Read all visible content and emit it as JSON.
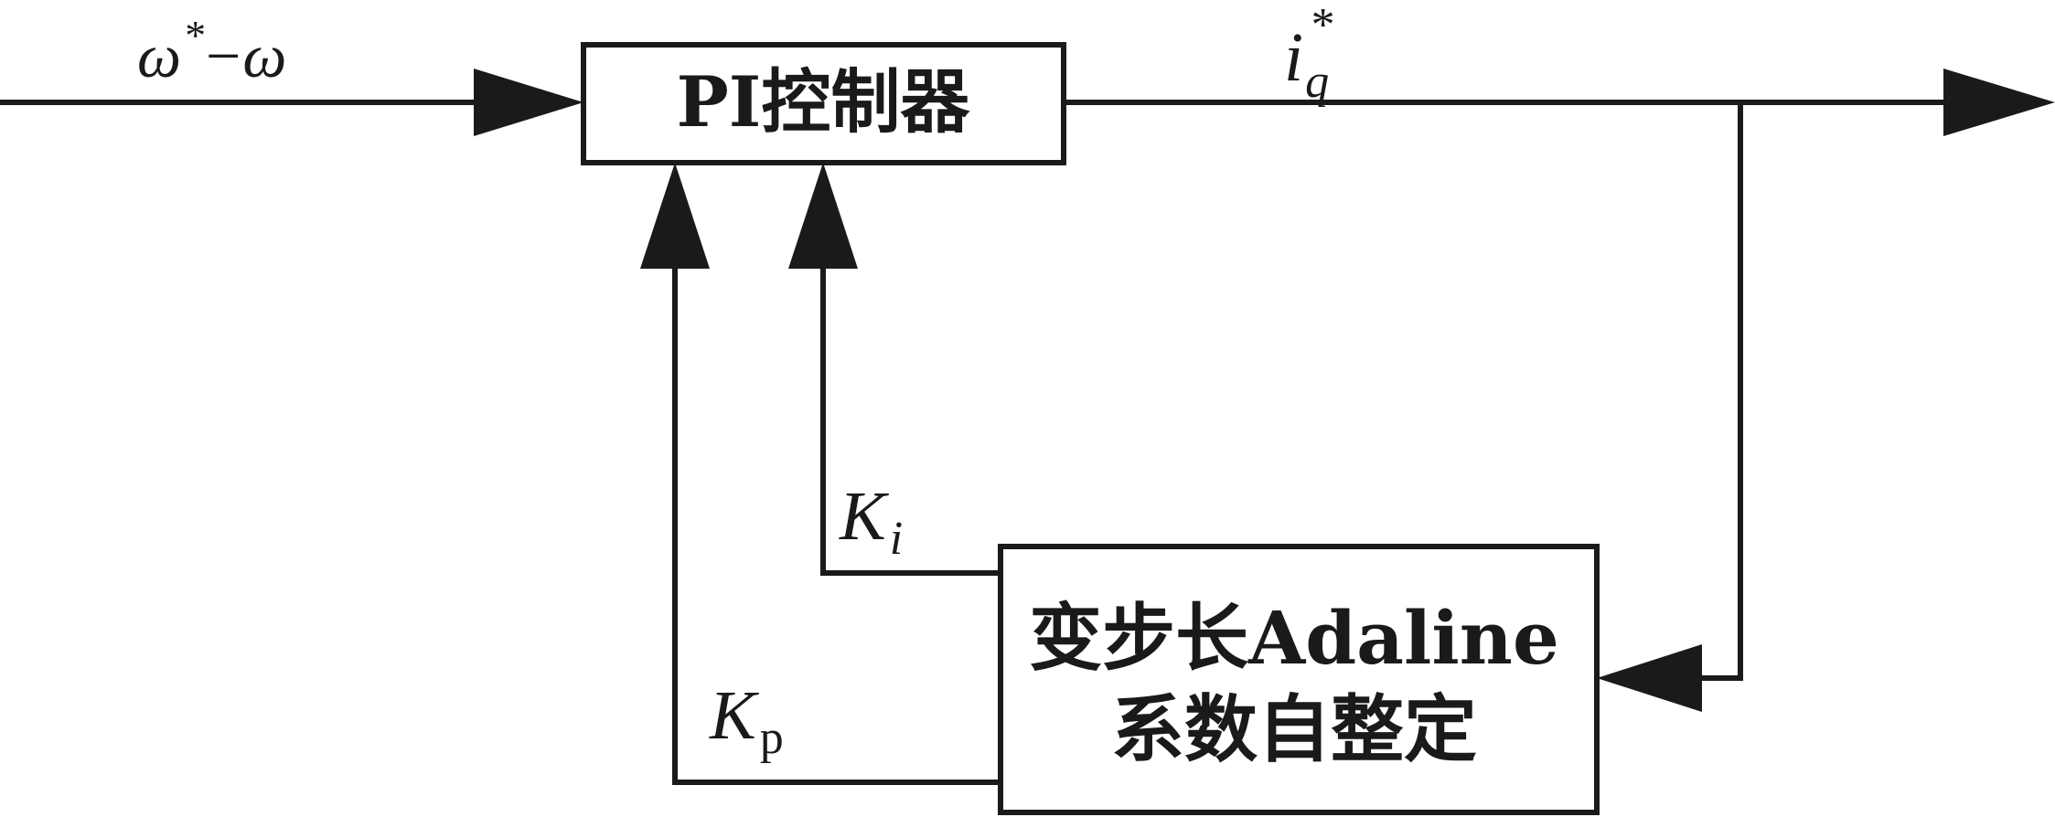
{
  "blocks": {
    "pi_controller": "PI控制器",
    "adaline_line1": "变步长Adaline",
    "adaline_line2": "系数自整定"
  },
  "signals": {
    "error": {
      "base": "ω",
      "sup": "*",
      "op": "−",
      "rhs": "ω"
    },
    "output": {
      "base": "i",
      "sub": "q",
      "sup": "*"
    },
    "ki": {
      "base": "K",
      "sub": "i"
    },
    "kp": {
      "base": "K",
      "sub": "p"
    }
  }
}
